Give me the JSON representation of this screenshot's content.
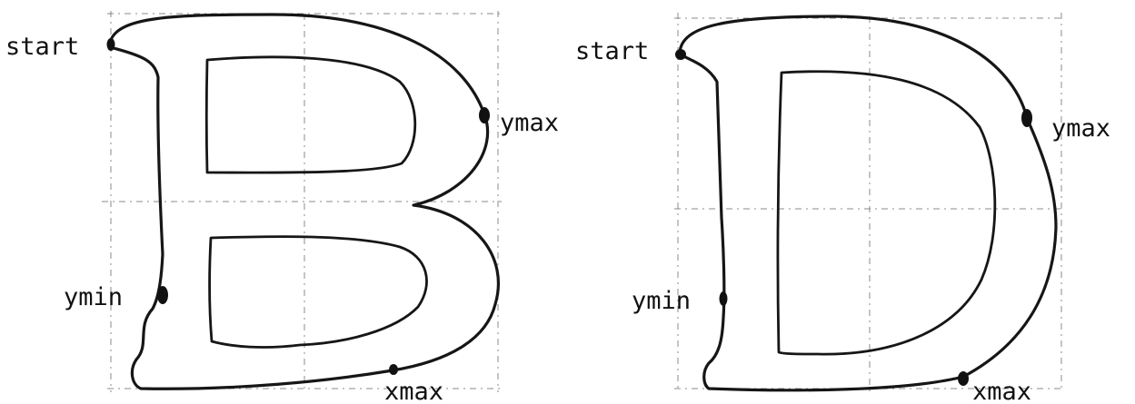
{
  "figures": [
    {
      "letter": "B",
      "labels": {
        "start": "start",
        "ymax": "ymax",
        "ymin": "ymin",
        "xmax": "xmax"
      }
    },
    {
      "letter": "D",
      "labels": {
        "start": "start",
        "ymax": "ymax",
        "ymin": "ymin",
        "xmax": "xmax"
      }
    }
  ]
}
